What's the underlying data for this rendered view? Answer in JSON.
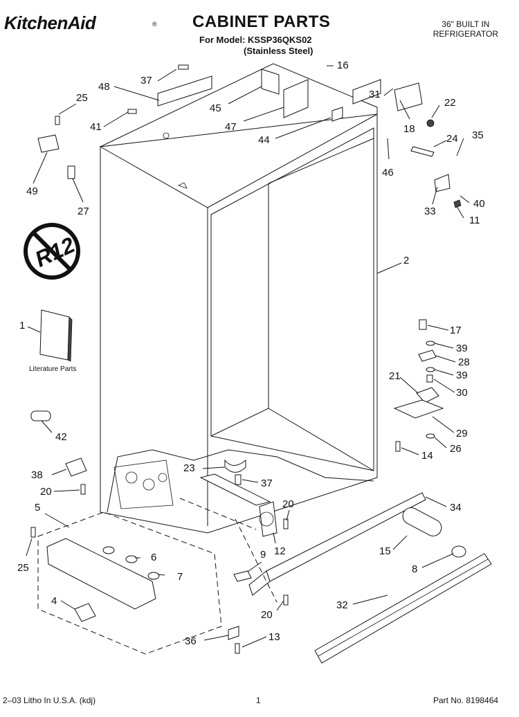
{
  "header": {
    "brand": "KitchenAid",
    "brand_mark": "®",
    "title": "CABINET PARTS",
    "model_line": "For Model: KSSP36QKS02",
    "variant": "(Stainless Steel)",
    "product_line1": "36\" BUILT IN",
    "product_line2": "REFRIGERATOR"
  },
  "side_labels": {
    "literature": "Literature Parts",
    "r12": "R12"
  },
  "callouts": {
    "c37a": "37",
    "c48": "48",
    "c45": "45",
    "c16": "16",
    "c31": "31",
    "c22": "22",
    "c25a": "25",
    "c41": "41",
    "c47": "47",
    "c44": "44",
    "c18": "18",
    "c24": "24",
    "c35": "35",
    "c46": "46",
    "c49": "49",
    "c27": "27",
    "c33": "33",
    "c40": "40",
    "c11": "11",
    "c2": "2",
    "c1": "1",
    "c17": "17",
    "c39a": "39",
    "c28": "28",
    "c39b": "39",
    "c21": "21",
    "c30": "30",
    "c42": "42",
    "c29": "29",
    "c14": "14",
    "c26": "26",
    "c38": "38",
    "c23": "23",
    "c37b": "37",
    "c20a": "20",
    "c20b": "20",
    "c34": "34",
    "c5": "5",
    "c12": "12",
    "c25b": "25",
    "c6": "6",
    "c15": "15",
    "c9": "9",
    "c7": "7",
    "c8": "8",
    "c4": "4",
    "c20c": "20",
    "c32": "32",
    "c36": "36",
    "c13": "13"
  },
  "footer": {
    "left": "2–03 Litho In U.S.A. (kdj)",
    "page": "1",
    "part_no": "Part No. 8198464"
  }
}
